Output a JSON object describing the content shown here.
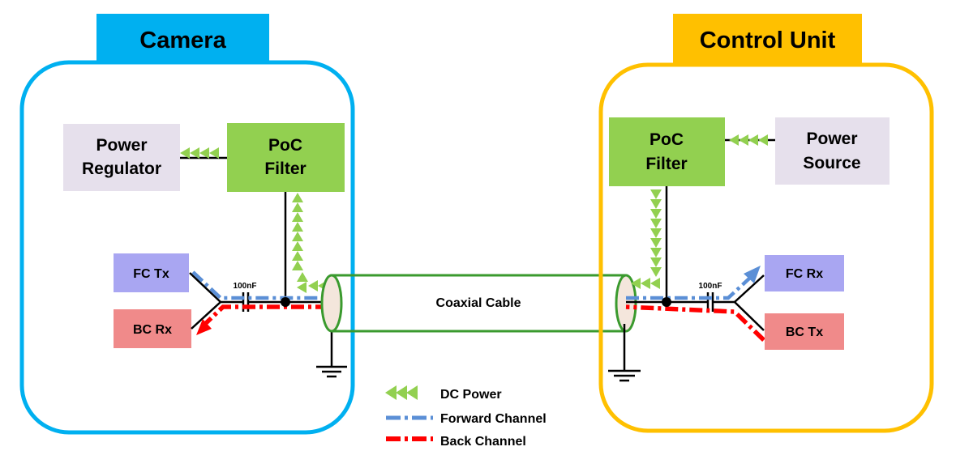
{
  "colors": {
    "camera_border": "#00b0f0",
    "control_border": "#ffc000",
    "filter_fill": "#92d050",
    "gray_fill": "#e6e0ec",
    "fc_fill": "#a9a6f2",
    "bc_fill": "#f08a8a",
    "cable_stroke": "#3a9a2e",
    "cable_end_fill": "#f4e6dc",
    "arrow_green": "#92d050",
    "forward_blue": "#5b8fd6",
    "back_red": "#ff0000",
    "wire": "#000000"
  },
  "camera": {
    "title": "Camera",
    "power_regulator": [
      "Power",
      "Regulator"
    ],
    "poc_filter": [
      "PoC",
      "Filter"
    ],
    "fc_tx": "FC Tx",
    "bc_rx": "BC Rx",
    "cap_label": "100nF"
  },
  "control_unit": {
    "title": "Control Unit",
    "power_source": [
      "Power",
      "Source"
    ],
    "poc_filter": [
      "PoC",
      "Filter"
    ],
    "fc_rx": "FC Rx",
    "bc_tx": "BC Tx",
    "cap_label": "100nF"
  },
  "cable": {
    "label": "Coaxial Cable"
  },
  "legend": {
    "items": [
      {
        "label": "DC Power",
        "icon": "green-triple-arrow-icon"
      },
      {
        "label": "Forward Channel",
        "icon": "blue-dash-dot-line-icon"
      },
      {
        "label": "Back Channel",
        "icon": "red-dash-dot-line-icon"
      }
    ]
  }
}
